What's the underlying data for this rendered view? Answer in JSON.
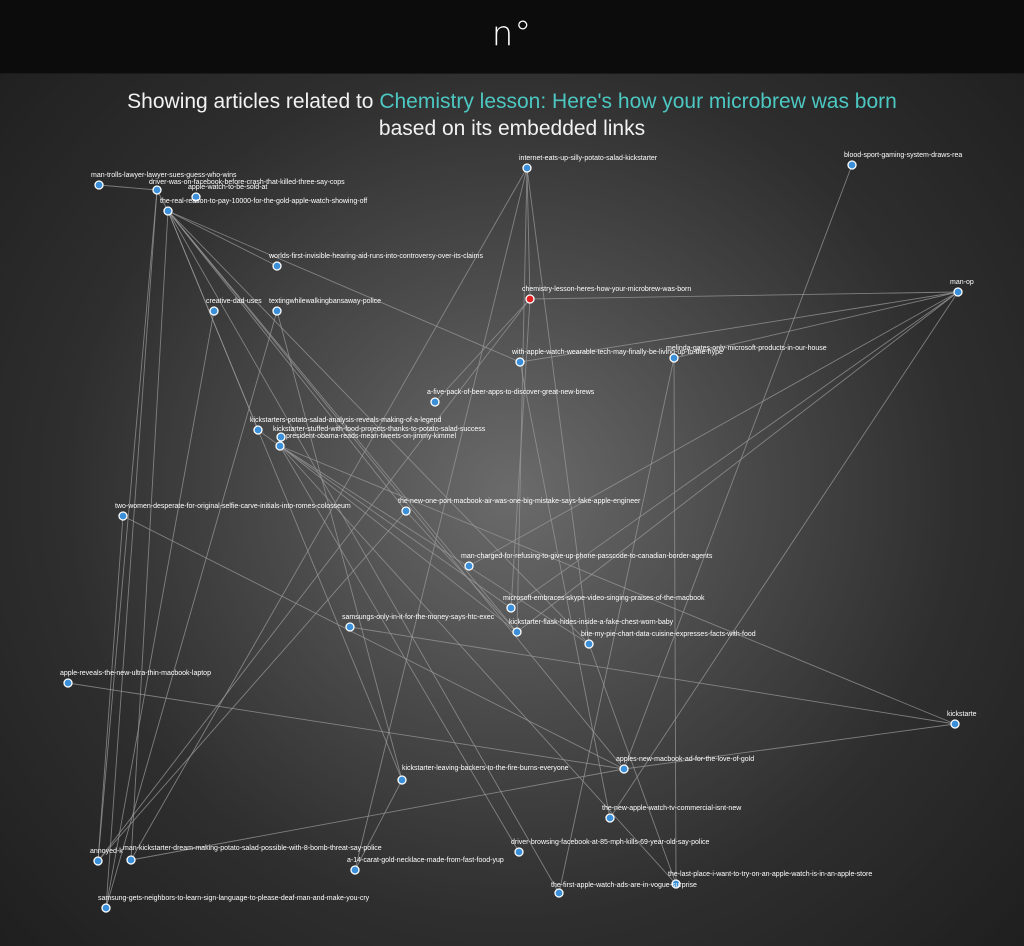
{
  "header": {
    "logo": "n°"
  },
  "heading": {
    "prefix": "Showing articles related to ",
    "highlight": "Chemistry lesson: Here's how your microbrew was born",
    "suffix": "based on its embedded links"
  },
  "colors": {
    "highlight": "#4cc7c2",
    "node": "#3a8fd8",
    "center_node": "#e02020",
    "edge": "#9a9a9a"
  },
  "graph": {
    "nodes": [
      {
        "id": "n0",
        "label": "man-trolls-lawyer-lawyer-sues-guess-who-wins"
      },
      {
        "id": "n1",
        "label": "driver-was-on-facebook-before-crash-that-killed-three-say-cops"
      },
      {
        "id": "n2",
        "label": "apple-watch-to-be-sold-at"
      },
      {
        "id": "n3",
        "label": "the-real-reason-to-pay-10000-for-the-gold-apple-watch-showing-off"
      },
      {
        "id": "n4",
        "label": "internet-eats-up-silly-potato-salad-kickstarter"
      },
      {
        "id": "n5",
        "label": "blood-sport-gaming-system-draws-rea"
      },
      {
        "id": "n6",
        "label": "worlds-first-invisible-hearing-aid-runs-into-controversy-over-its-claims"
      },
      {
        "id": "n7",
        "label": "chemistry-lesson-heres-how-your-microbrew-was-born",
        "center": true
      },
      {
        "id": "n8",
        "label": "man-op"
      },
      {
        "id": "n9",
        "label": "creative-dad-uses"
      },
      {
        "id": "n10",
        "label": "textingwhilewalkingbansaway-police"
      },
      {
        "id": "n11",
        "label": "with-apple-watch-wearable-tech-may-finally-be-living-up-to-the-hype"
      },
      {
        "id": "n12",
        "label": "melinda-gates-only-microsoft-products-in-our-house"
      },
      {
        "id": "n13",
        "label": "a-five-pack-of-beer-apps-to-discover-great-new-brews"
      },
      {
        "id": "n14",
        "label": "kickstarters-potato-salad-analysis-reveals-making-of-a-legend"
      },
      {
        "id": "n15",
        "label": "kickstarter-stuffed-with-food-projects-thanks-to-potato-salad-success"
      },
      {
        "id": "n16",
        "label": "president-obama-reads-mean-tweets-on-jimmy-kimmel"
      },
      {
        "id": "n17",
        "label": "two-women-desperate-for-original-selfie-carve-initials-into-romes-colosseum"
      },
      {
        "id": "n18",
        "label": "the-new-one-port-macbook-air-was-one-big-mistake-says-fake-apple-engineer"
      },
      {
        "id": "n19",
        "label": "man-charged-for-refusing-to-give-up-phone-passcode-to-canadian-border-agents"
      },
      {
        "id": "n20",
        "label": "microsoft-embraces-skype-video-singing-praises-of-the-macbook"
      },
      {
        "id": "n21",
        "label": "samsungs-only-in-it-for-the-money-says-htc-exec"
      },
      {
        "id": "n22",
        "label": "kickstarter-flask-hides-inside-a-fake-chest-worn-baby"
      },
      {
        "id": "n23",
        "label": "bite-my-pie-chart-data-cuisine-expresses-facts-with-food"
      },
      {
        "id": "n24",
        "label": "apple-reveals-the-new-ultra-thin-macbook-laptop"
      },
      {
        "id": "n25",
        "label": "kickstarte"
      },
      {
        "id": "n26",
        "label": "kickstarter-leaving-backers-to-the-fire-burns-everyone"
      },
      {
        "id": "n27",
        "label": "apples-new-macbook-ad-for-the-love-of-gold"
      },
      {
        "id": "n28",
        "label": "the-new-apple-watch-tv-commercial-isnt-new"
      },
      {
        "id": "n29",
        "label": "annoyed-k"
      },
      {
        "id": "n30",
        "label": "man-kickstarter-dream-making-potato-salad-possible-with-8-bomb-threat-say-police"
      },
      {
        "id": "n31",
        "label": "driver-browsing-facebook-at-85-mph-kills-69-year-old-say-police"
      },
      {
        "id": "n32",
        "label": "a-14-carat-gold-necklace-made-from-fast-food-yup"
      },
      {
        "id": "n33",
        "label": "the-last-place-i-want-to-try-on-an-apple-watch-is-in-an-apple-store"
      },
      {
        "id": "n34",
        "label": "the-first-apple-watch-ads-are-in-vogue-surprise"
      },
      {
        "id": "n35",
        "label": "samsung-gets-neighbors-to-learn-sign-language-to-please-deaf-man-and-make-you-cry"
      }
    ],
    "edges": [
      [
        "n0",
        "n1"
      ],
      [
        "n1",
        "n3"
      ],
      [
        "n1",
        "n35"
      ],
      [
        "n1",
        "n29"
      ],
      [
        "n3",
        "n11"
      ],
      [
        "n3",
        "n14"
      ],
      [
        "n3",
        "n18"
      ],
      [
        "n3",
        "n22"
      ],
      [
        "n3",
        "n27"
      ],
      [
        "n3",
        "n34"
      ],
      [
        "n3",
        "n26"
      ],
      [
        "n3",
        "n30"
      ],
      [
        "n3",
        "n6"
      ],
      [
        "n3",
        "n23"
      ],
      [
        "n4",
        "n7"
      ],
      [
        "n4",
        "n22"
      ],
      [
        "n4",
        "n23"
      ],
      [
        "n4",
        "n30"
      ],
      [
        "n4",
        "n32"
      ],
      [
        "n5",
        "n27"
      ],
      [
        "n7",
        "n8"
      ],
      [
        "n7",
        "n20"
      ],
      [
        "n7",
        "n29"
      ],
      [
        "n7",
        "n13"
      ],
      [
        "n8",
        "n12"
      ],
      [
        "n8",
        "n11"
      ],
      [
        "n8",
        "n22"
      ],
      [
        "n8",
        "n19"
      ],
      [
        "n8",
        "n20"
      ],
      [
        "n8",
        "n28"
      ],
      [
        "n9",
        "n35"
      ],
      [
        "n10",
        "n35"
      ],
      [
        "n10",
        "n26"
      ],
      [
        "n11",
        "n28"
      ],
      [
        "n12",
        "n34"
      ],
      [
        "n12",
        "n33"
      ],
      [
        "n14",
        "n16"
      ],
      [
        "n15",
        "n16"
      ],
      [
        "n16",
        "n20"
      ],
      [
        "n16",
        "n22"
      ],
      [
        "n16",
        "n31"
      ],
      [
        "n16",
        "n33"
      ],
      [
        "n16",
        "n23"
      ],
      [
        "n16",
        "n25"
      ],
      [
        "n17",
        "n29"
      ],
      [
        "n17",
        "n27"
      ],
      [
        "n18",
        "n29"
      ],
      [
        "n18",
        "n22"
      ],
      [
        "n21",
        "n25"
      ],
      [
        "n23",
        "n33"
      ],
      [
        "n24",
        "n27"
      ],
      [
        "n25",
        "n27"
      ],
      [
        "n27",
        "n30"
      ],
      [
        "n26",
        "n32"
      ]
    ]
  }
}
